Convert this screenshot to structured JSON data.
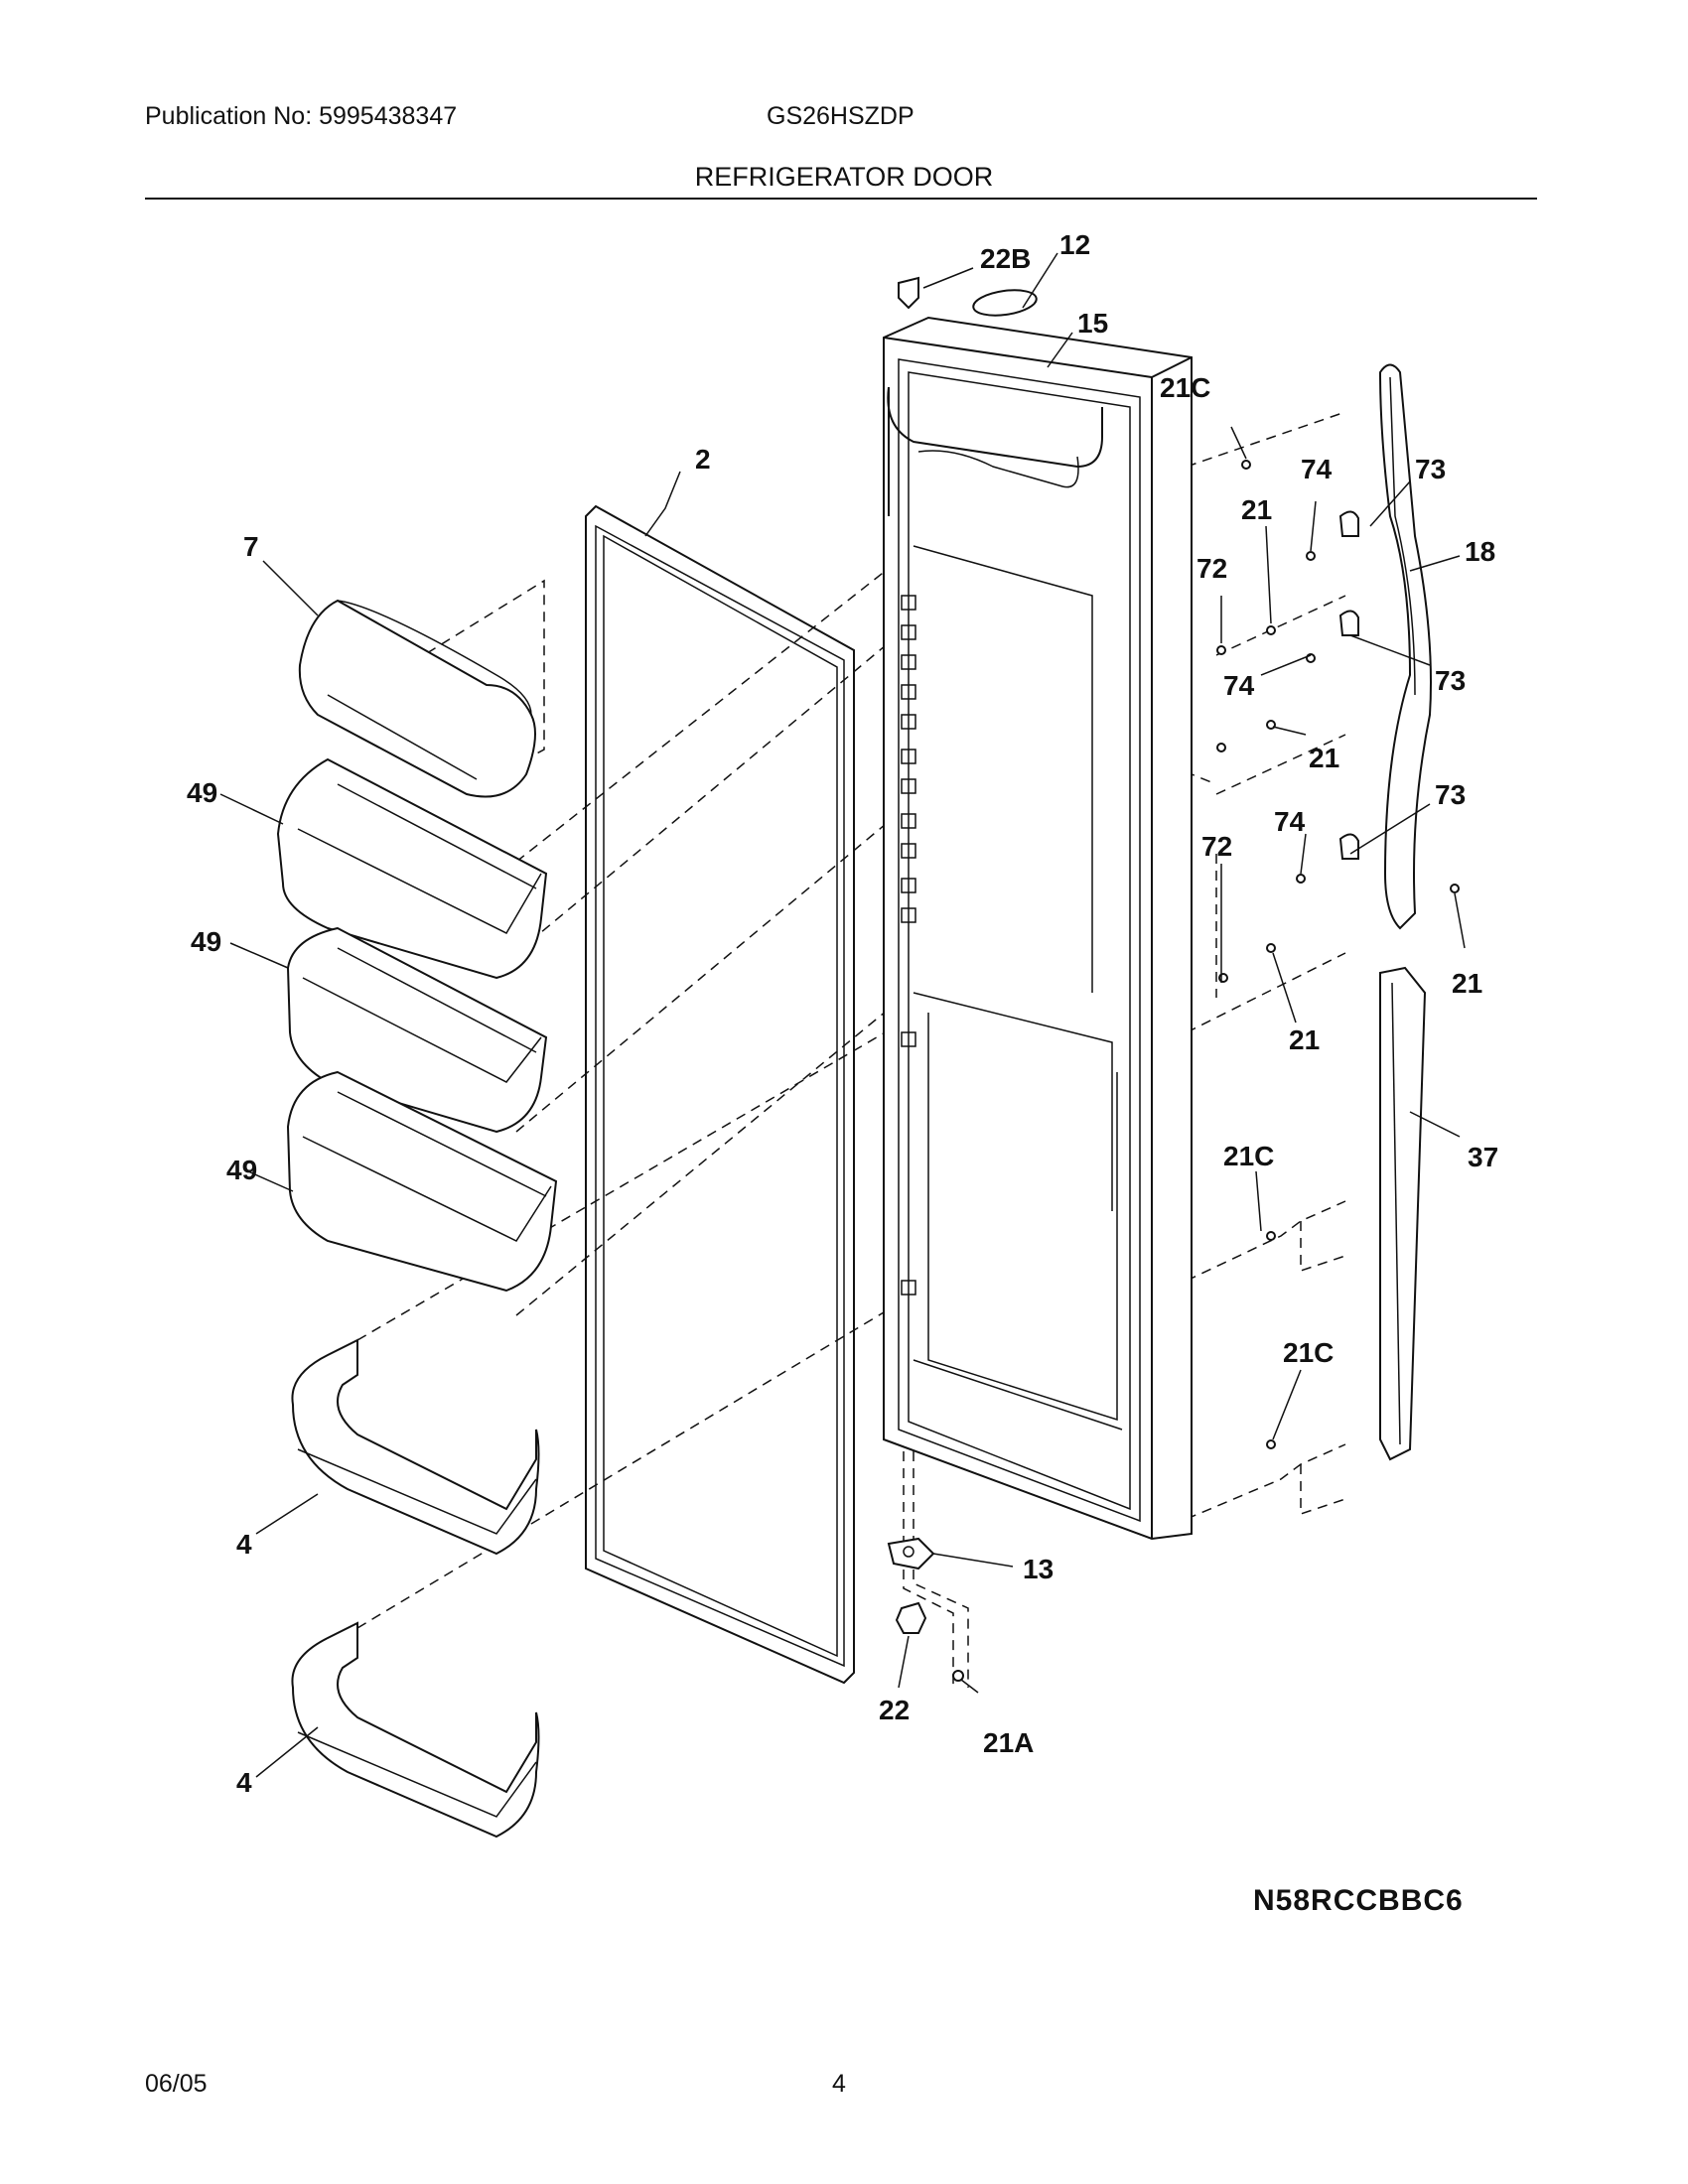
{
  "header": {
    "publication": "Publication No: 5995438347",
    "model": "GS26HSZDP",
    "title": "REFRIGERATOR DOOR"
  },
  "diagram": {
    "drawing_code": "N58RCCBBC6",
    "labels": {
      "l22b": "22B",
      "l12": "12",
      "l15": "15",
      "l21c_top": "21C",
      "l2": "2",
      "l7": "7",
      "l74a": "74",
      "l73a": "73",
      "l21a_r": "21",
      "l18": "18",
      "l72a": "72",
      "l74b": "74",
      "l73b": "73",
      "l21b_r": "21",
      "l49a": "49",
      "l72b": "72",
      "l74c": "74",
      "l73c": "73",
      "l49b": "49",
      "l21c_r": "21",
      "l21d_r": "21",
      "l21c_mid": "21C",
      "l37": "37",
      "l49c": "49",
      "l21c_low": "21C",
      "l4a": "4",
      "l13": "13",
      "l22": "22",
      "l21a": "21A",
      "l4b": "4"
    }
  },
  "footer": {
    "date": "06/05",
    "page": "4"
  }
}
